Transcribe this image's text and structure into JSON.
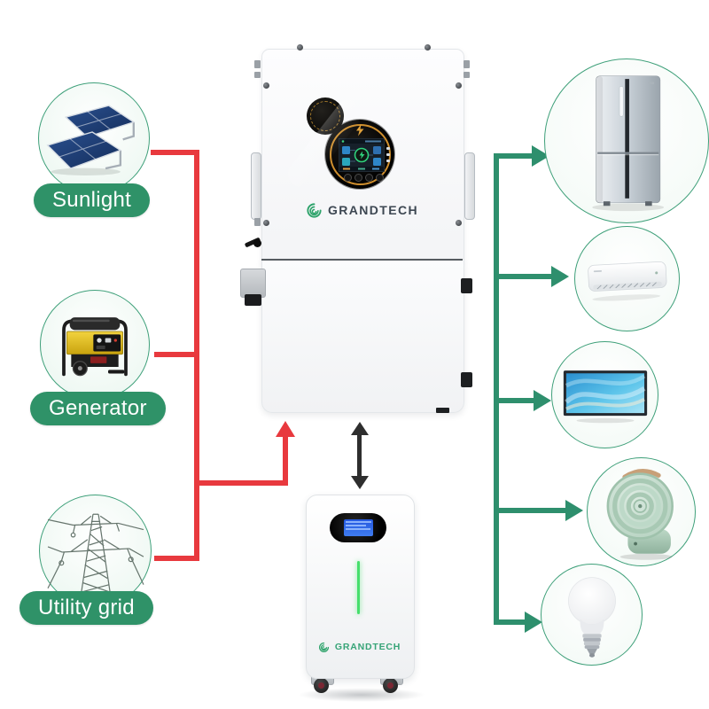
{
  "palette": {
    "arrow_red": "#E8393E",
    "arrow_green": "#2E8F6D",
    "arrow_black": "#2E2E2E",
    "circle_border": "#3FA07A",
    "circle_fill": "#E9F6EF",
    "label_pill_bg": "#2F9268",
    "label_text": "#FFFFFF",
    "brand_green": "#2EA36B",
    "inverter_text_color": "#3D4752",
    "battery_text_color": "#37A477"
  },
  "sources": [
    {
      "id": "sunlight",
      "label": "Sunlight",
      "icon": "solar-panel-icon"
    },
    {
      "id": "generator",
      "label": "Generator",
      "icon": "generator-icon"
    },
    {
      "id": "utility-grid",
      "label": "Utility grid",
      "icon": "transmission-tower-icon"
    }
  ],
  "inverter": {
    "brand": "GRANDTECH",
    "icon": "inverter-unit"
  },
  "battery": {
    "brand": "GRANDTECH",
    "icon": "battery-tower"
  },
  "loads": [
    {
      "id": "refrigerator",
      "icon": "refrigerator-icon"
    },
    {
      "id": "air-conditioner",
      "icon": "air-conditioner-icon"
    },
    {
      "id": "television",
      "icon": "television-icon"
    },
    {
      "id": "circulation-fan",
      "icon": "fan-icon"
    },
    {
      "id": "light-bulb",
      "icon": "light-bulb-icon"
    }
  ],
  "flows": {
    "sources_to_inverter": "red",
    "inverter_battery_bidirectional": "black",
    "inverter_to_loads": "green"
  }
}
